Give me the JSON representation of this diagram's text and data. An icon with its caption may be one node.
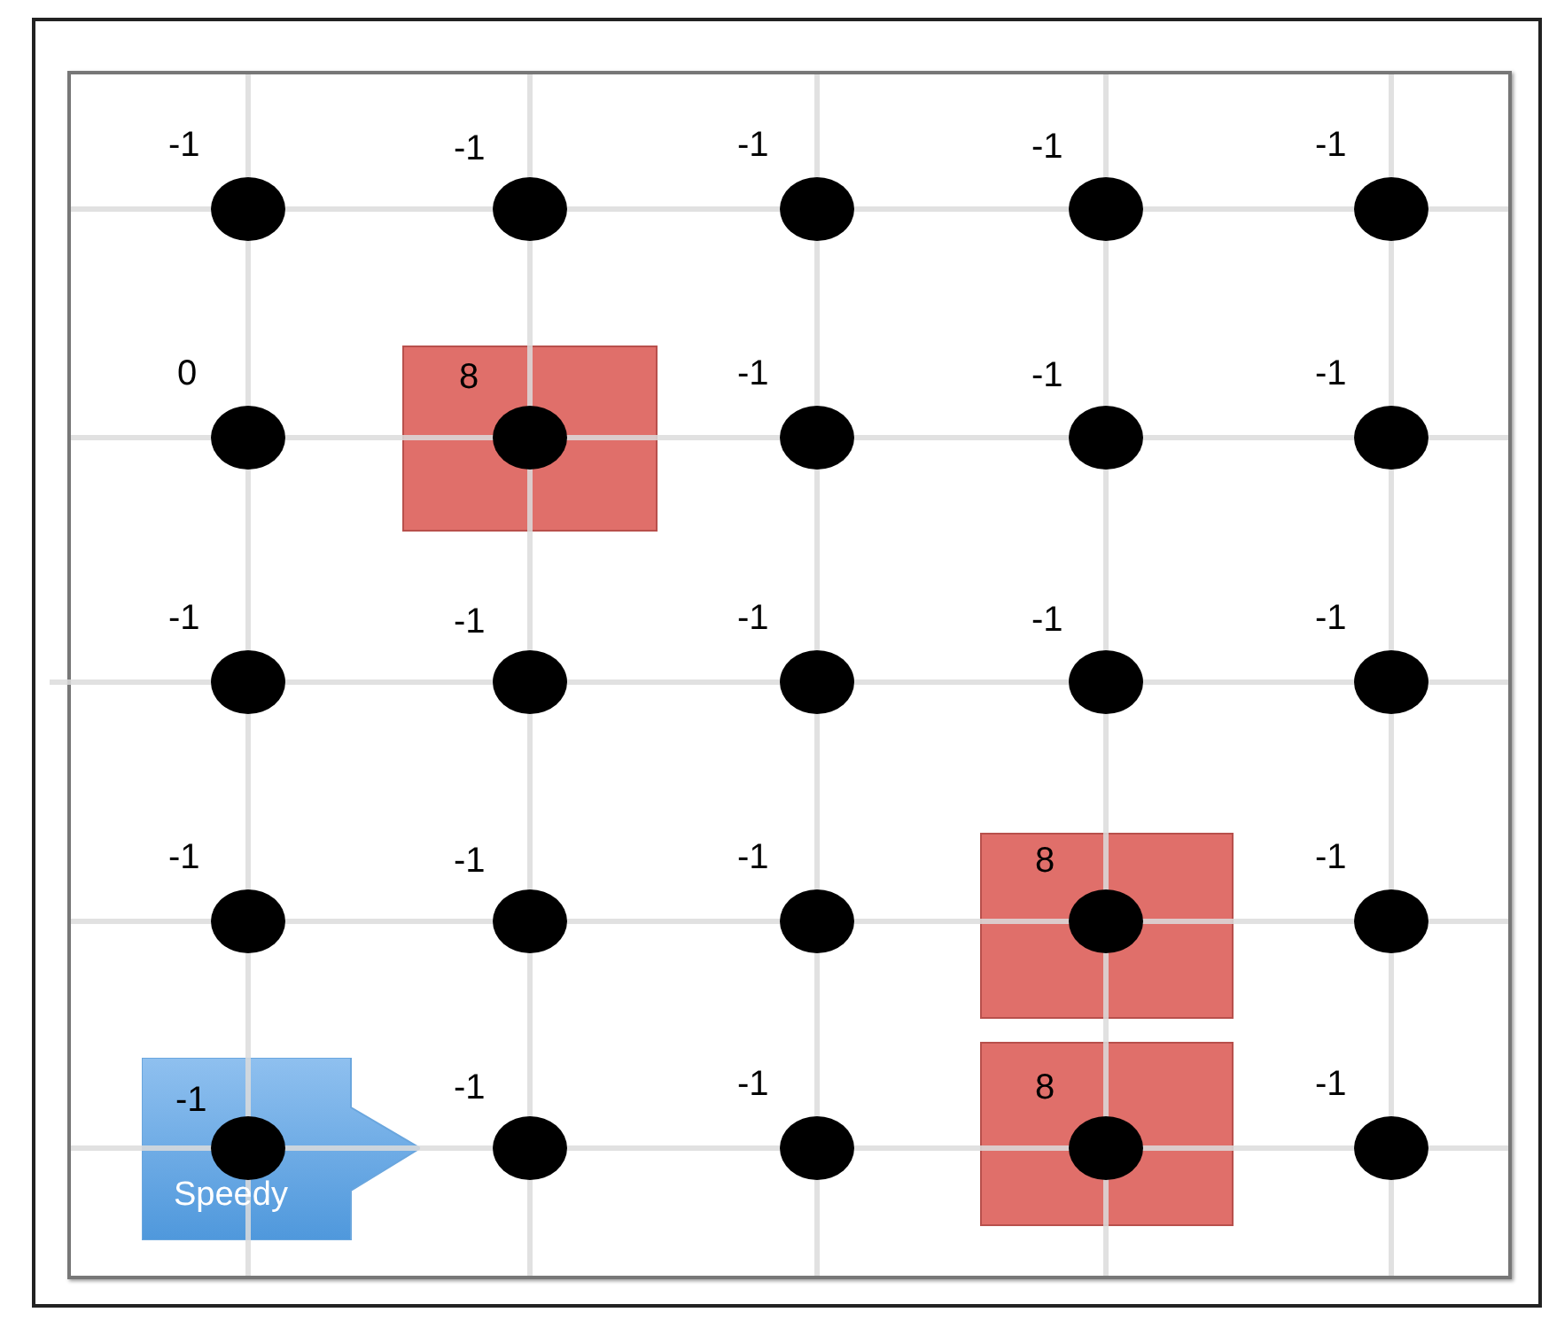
{
  "diagram": {
    "nodes": [
      {
        "text": [
          "8"
        ]
      },
      {
        "text": [
          "8"
        ]
      },
      {
        "text": [
          "-1",
          "Speedy"
        ]
      },
      {
        "text": [
          "8"
        ]
      }
    ],
    "labels": [
      "-1",
      "-1",
      "-1",
      "-1",
      "-1",
      "0",
      "-1",
      "-1",
      "-1",
      "-1",
      "-1",
      "-1",
      "-1",
      "-1",
      "-1",
      "-1",
      "-1",
      "-1",
      "-1",
      "-1",
      "-1"
    ]
  }
}
